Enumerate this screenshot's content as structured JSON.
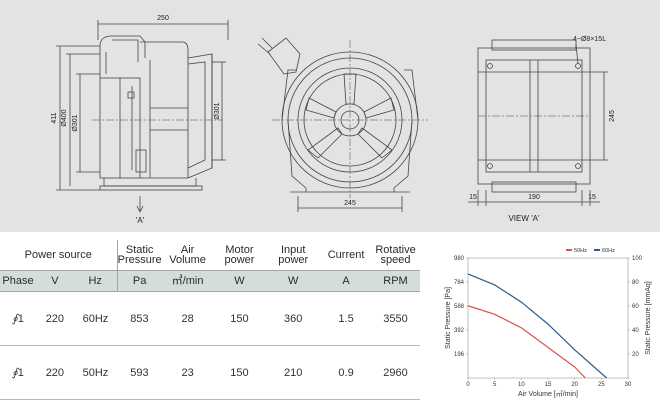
{
  "drawing": {
    "dims": {
      "width_top": "250",
      "h_411": "411",
      "d_400": "Ø400",
      "d_301_left": "Ø301",
      "d_301_right": "Ø301",
      "base_245": "245",
      "holes": "4−Ø8×15L",
      "side_245": "245",
      "b15_left": "15",
      "b190": "190",
      "b15_right": "15"
    },
    "view_a_left": "'A'",
    "view_a_caption": "VIEW 'A'"
  },
  "specs": {
    "headers": {
      "power_source": "Power source",
      "static_pressure": [
        "Static",
        "Pressure"
      ],
      "air_volume": [
        "Air",
        "Volume"
      ],
      "motor_power": [
        "Motor",
        "power"
      ],
      "input_power": [
        "Input",
        "power"
      ],
      "current": "Current",
      "rotative_speed": [
        "Rotative",
        "speed"
      ]
    },
    "units": [
      "Phase",
      "V",
      "Hz",
      "Pa",
      "㎥/min",
      "W",
      "W",
      "A",
      "RPM"
    ],
    "rows": [
      [
        "1",
        "220",
        "60Hz",
        "853",
        "28",
        "150",
        "360",
        "1.5",
        "3550"
      ],
      [
        "1",
        "220",
        "50Hz",
        "593",
        "23",
        "150",
        "210",
        "0.9",
        "2960"
      ]
    ]
  },
  "chart_data": {
    "type": "line",
    "xlabel": "Air Volume [㎥/min]",
    "ylabel": "Static Pressure [Pa]",
    "y2label": "Static Pressure [mmAq]",
    "xlim": [
      0,
      30
    ],
    "ylim": [
      0,
      980
    ],
    "y2lim": [
      0,
      100
    ],
    "x_ticks": [
      0,
      5,
      10,
      15,
      20,
      25,
      30
    ],
    "y_ticks": [
      196,
      392,
      588,
      784,
      980
    ],
    "y2_ticks": [
      20,
      40,
      60,
      80,
      100
    ],
    "legend_position": "top-right",
    "series": [
      {
        "name": "50Hz",
        "color": "#d9534f",
        "x": [
          0,
          5,
          10,
          15,
          20,
          22
        ],
        "y": [
          590,
          520,
          410,
          250,
          90,
          0
        ]
      },
      {
        "name": "60Hz",
        "color": "#2a5d8c",
        "x": [
          0,
          5,
          10,
          15,
          20,
          26
        ],
        "y": [
          850,
          760,
          620,
          440,
          230,
          0
        ]
      }
    ]
  }
}
